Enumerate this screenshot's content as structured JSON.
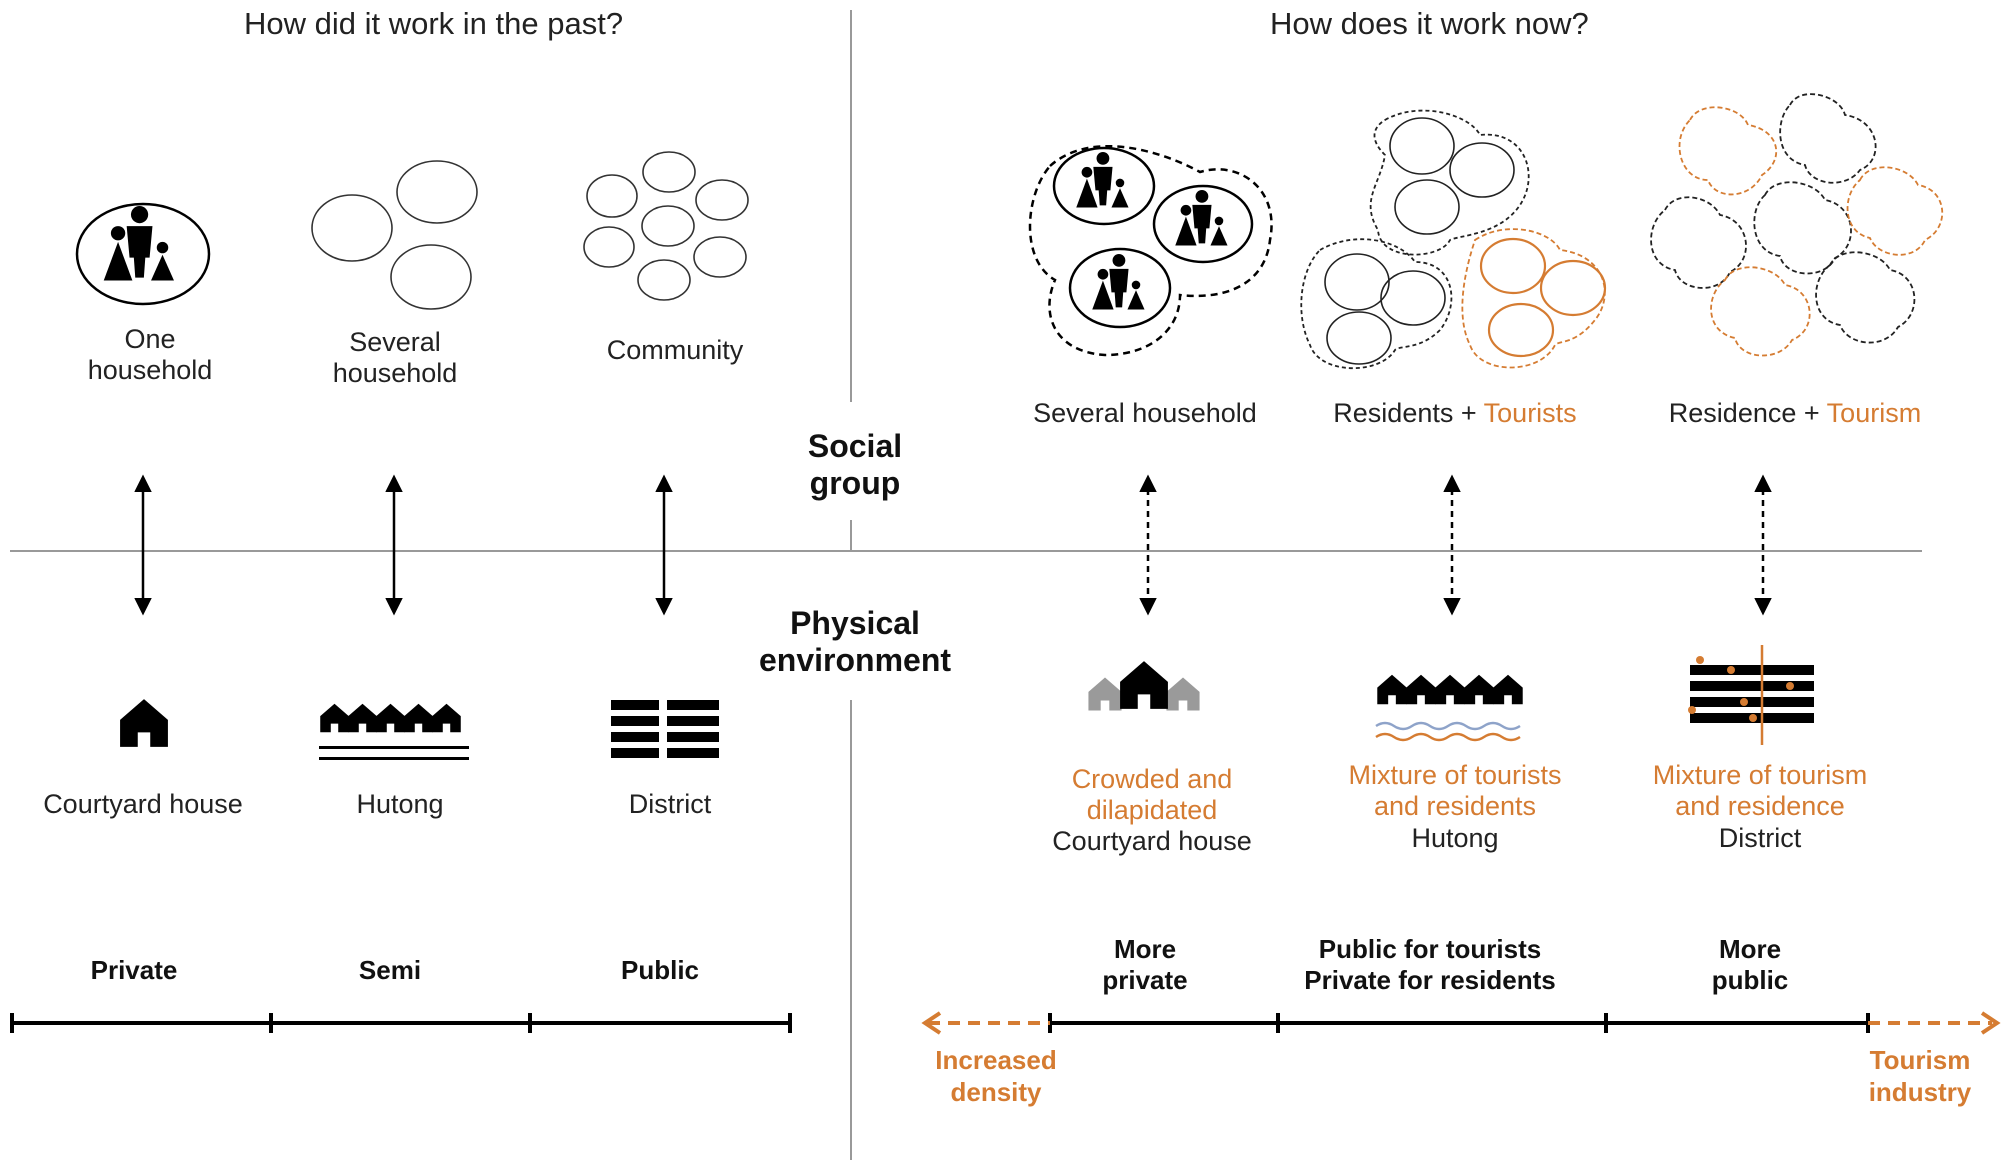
{
  "colors": {
    "accent": "#d57c32",
    "ink": "#000000",
    "gray": "#9a9a9a",
    "divider": "#999999"
  },
  "past": {
    "title": "How did it work in the past?",
    "social": [
      "One\nhousehold",
      "Several\nhousehold",
      "Community"
    ],
    "physical": [
      "Courtyard house",
      "Hutong",
      "District"
    ],
    "scale": [
      "Private",
      "Semi",
      "Public"
    ]
  },
  "center": {
    "social_group": "Social\ngroup",
    "physical_environment": "Physical\nenvironment"
  },
  "now": {
    "title": "How does it work now?",
    "social": {
      "several_household": "Several household",
      "residents": "Residents +",
      "tourists": "Tourists",
      "residence": "Residence +",
      "tourism": "Tourism"
    },
    "physical": {
      "courtyard_orange": "Crowded and\ndilapidated",
      "courtyard_black": "Courtyard house",
      "hutong_orange": "Mixture of tourists\nand residents",
      "hutong_black": "Hutong",
      "district_orange": "Mixture of tourism\nand residence",
      "district_black": "District"
    },
    "scale": [
      "More\nprivate",
      "Public for tourists\nPrivate for residents",
      "More\npublic"
    ],
    "scale_ends": [
      "Increased\ndensity",
      "Tourism\nindustry"
    ]
  },
  "icons": [
    "family-icon",
    "bubbles-icon",
    "house-icon",
    "hutong-icon",
    "district-icon",
    "double-arrow-icon"
  ]
}
